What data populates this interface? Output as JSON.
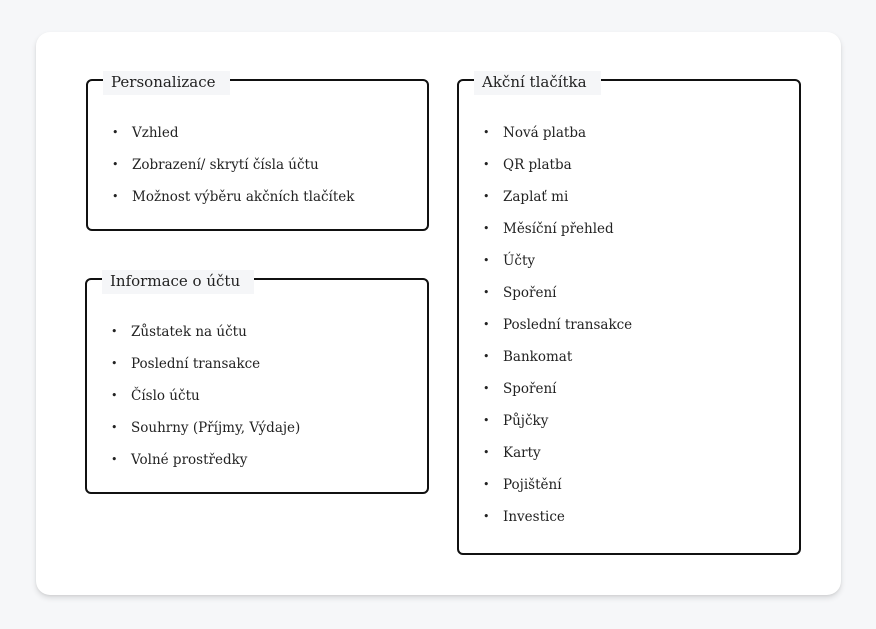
{
  "personalizace": {
    "title": "Personalizace",
    "items": [
      "Vzhled",
      "Zobrazení/ skrytí čísla účtu",
      "Možnost výběru akčních tlačítek"
    ]
  },
  "informace": {
    "title": "Informace o účtu",
    "items": [
      "Zůstatek na účtu",
      "Poslední transakce",
      "Číslo účtu",
      "Souhrny (Příjmy, Výdaje)",
      "Volné prostředky"
    ]
  },
  "akcni": {
    "title": "Akční tlačítka",
    "items": [
      "Nová platba",
      "QR platba",
      "Zaplať mi",
      "Měsíční přehled",
      "Účty",
      "Spoření",
      "Poslední transakce",
      "Bankomat",
      "Spoření",
      "Půjčky",
      "Karty",
      "Pojištění",
      "Investice"
    ]
  }
}
